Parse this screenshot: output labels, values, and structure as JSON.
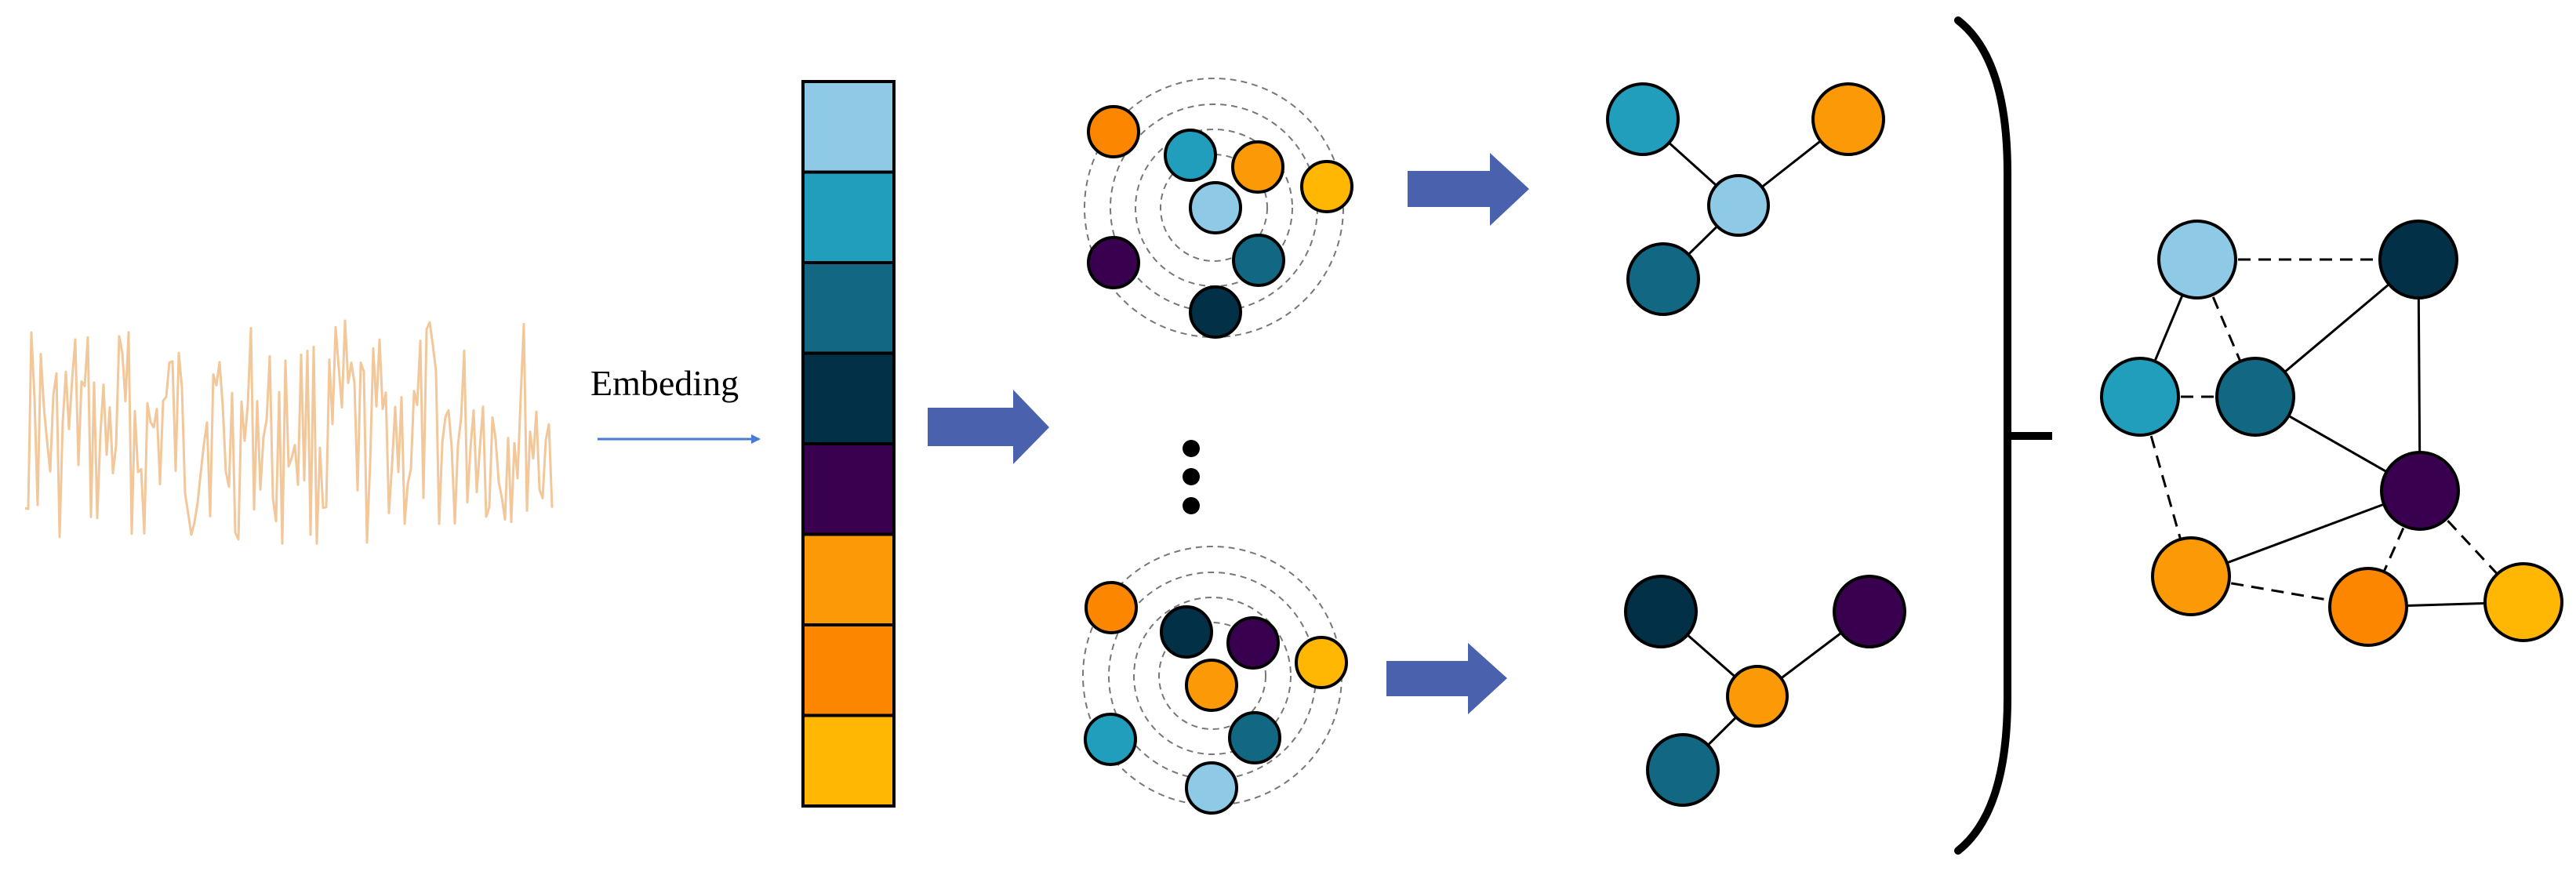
{
  "embedding_label": "Embeding",
  "palette": {
    "light_blue": "#8ecae6",
    "teal": "#219ebc",
    "steel_blue": "#126782",
    "navy": "#023047",
    "purple": "#3a0050",
    "orange": "#fb9a06",
    "dark_orange": "#fd8601",
    "yellow": "#ffb703",
    "signal": "#f2c79a",
    "arrow": "#4a62ad",
    "edge": "#000000"
  },
  "embedding_vector": [
    "light_blue",
    "teal",
    "steel_blue",
    "navy",
    "purple",
    "orange",
    "dark_orange",
    "yellow"
  ],
  "icons": [
    "time-series-signal-icon",
    "embedding-arrow-icon",
    "block-arrow-icon",
    "ellipsis-dots-icon",
    "bracket-icon"
  ]
}
